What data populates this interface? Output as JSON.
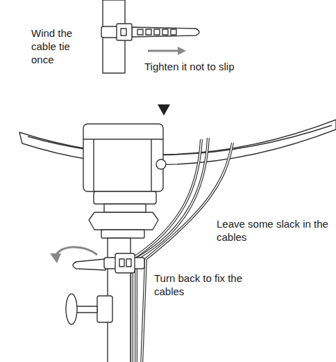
{
  "diagram": {
    "labels": [
      "Wind the cable tie once",
      "Tighten it not to slip",
      "Leave some slack in the cables",
      "Turn back to fix the cables"
    ]
  }
}
